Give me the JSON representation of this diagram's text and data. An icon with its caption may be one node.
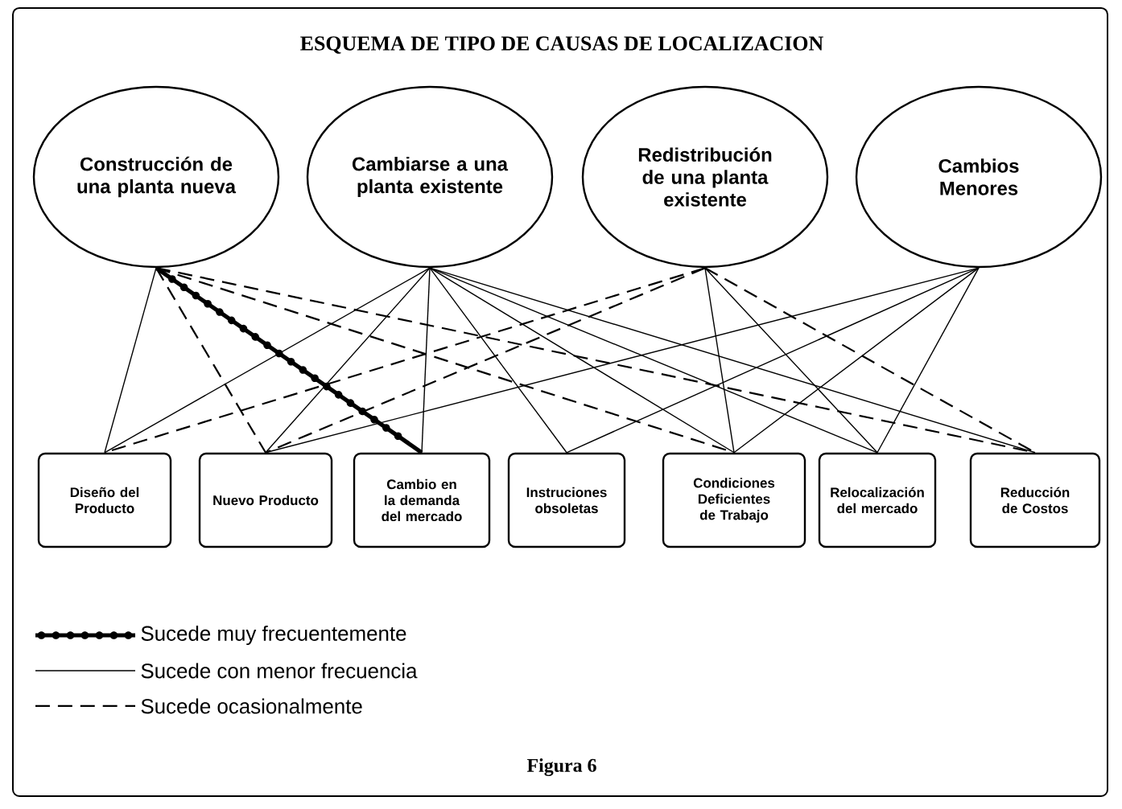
{
  "diagram": {
    "title": "ESQUEMA DE TIPO DE CAUSAS DE LOCALIZACION",
    "nodes": [
      {
        "text": [
          "Construcción de una planta nueva"
        ]
      },
      {
        "text": [
          "Cambiarse a una planta existente"
        ]
      },
      {
        "text": [
          "Redistribución de una planta existente"
        ]
      },
      {
        "text": [
          "Cambios Menores"
        ]
      },
      {
        "text": [
          "Diseño del Producto"
        ]
      },
      {
        "text": [
          "Nuevo Producto"
        ]
      },
      {
        "text": [
          "Cambio en la demanda del mercado"
        ]
      },
      {
        "text": [
          "Instruciones obsoletas"
        ]
      },
      {
        "text": [
          "Condiciones Deficientes de Trabajo"
        ]
      },
      {
        "text": [
          "Relocalización del mercado"
        ]
      },
      {
        "text": [
          "Reducción de Costos"
        ]
      }
    ],
    "edges": [
      {
        "from": 0,
        "to": 4,
        "arrow": "none"
      },
      {
        "from": 0,
        "to": 5,
        "arrow": "none",
        "style": "dashed"
      },
      {
        "from": 0,
        "to": 6,
        "arrow": "none",
        "style": "thick"
      },
      {
        "from": 0,
        "to": 8,
        "arrow": "none",
        "style": "dashed"
      },
      {
        "from": 0,
        "to": 10,
        "arrow": "none",
        "style": "dashed"
      },
      {
        "from": 1,
        "to": 4,
        "arrow": "none"
      },
      {
        "from": 1,
        "to": 5,
        "arrow": "none"
      },
      {
        "from": 1,
        "to": 6,
        "arrow": "none"
      },
      {
        "from": 1,
        "to": 7,
        "arrow": "none"
      },
      {
        "from": 1,
        "to": 8,
        "arrow": "none"
      },
      {
        "from": 1,
        "to": 9,
        "arrow": "none"
      },
      {
        "from": 1,
        "to": 10,
        "arrow": "none"
      },
      {
        "from": 2,
        "to": 4,
        "arrow": "none",
        "style": "dashed"
      },
      {
        "from": 2,
        "to": 5,
        "arrow": "none",
        "style": "dashed"
      },
      {
        "from": 2,
        "to": 8,
        "arrow": "none"
      },
      {
        "from": 2,
        "to": 9,
        "arrow": "none"
      },
      {
        "from": 2,
        "to": 10,
        "arrow": "none",
        "style": "dashed"
      },
      {
        "from": 3,
        "to": 5,
        "arrow": "none"
      },
      {
        "from": 3,
        "to": 7,
        "arrow": "none"
      },
      {
        "from": 3,
        "to": 8,
        "arrow": "none"
      },
      {
        "from": 3,
        "to": 9,
        "arrow": "none"
      }
    ],
    "legend": [
      {
        "text": "Sucede muy frecuentemente"
      },
      {
        "text": "Sucede con menor frecuencia"
      },
      {
        "text": "Sucede ocasionalmente"
      }
    ],
    "caption": "Figura 6"
  }
}
